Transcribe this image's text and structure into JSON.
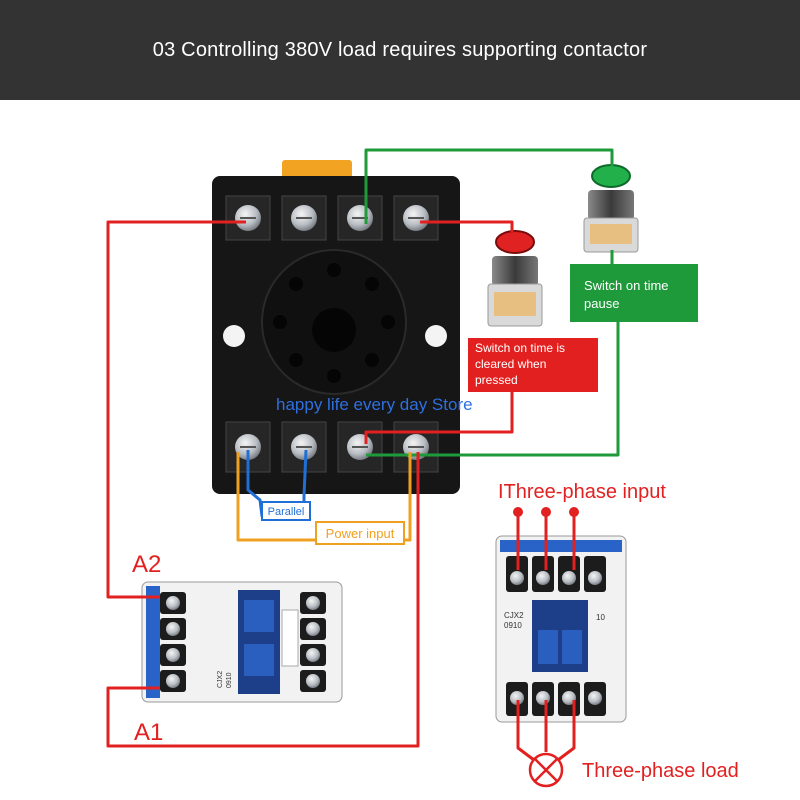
{
  "header": {
    "title": "03 Controlling 380V load requires supporting contactor"
  },
  "labels": {
    "switch_green": [
      "Switch on time",
      "pause"
    ],
    "switch_red": [
      "Switch on time is",
      "cleared when",
      "pressed"
    ],
    "watermark": "happy life every day Store",
    "parallel": "Parallel",
    "power_input": "Power input",
    "three_phase_input": "IThree-phase input",
    "three_phase_load": "Three-phase load",
    "coil_a2": "A2",
    "coil_a1": "A1",
    "contactor_model": [
      "CJX2",
      "0910"
    ],
    "contactor_aux": "10"
  },
  "colors": {
    "header_bg": "#333333",
    "wire_red": "#e32020",
    "wire_green": "#1e9a3a",
    "wire_blue": "#1f6fd6",
    "wire_orange": "#f0a020",
    "label_green_bg": "#1e9a3a",
    "label_red_bg": "#e32020",
    "watermark": "#2f6fe0"
  }
}
